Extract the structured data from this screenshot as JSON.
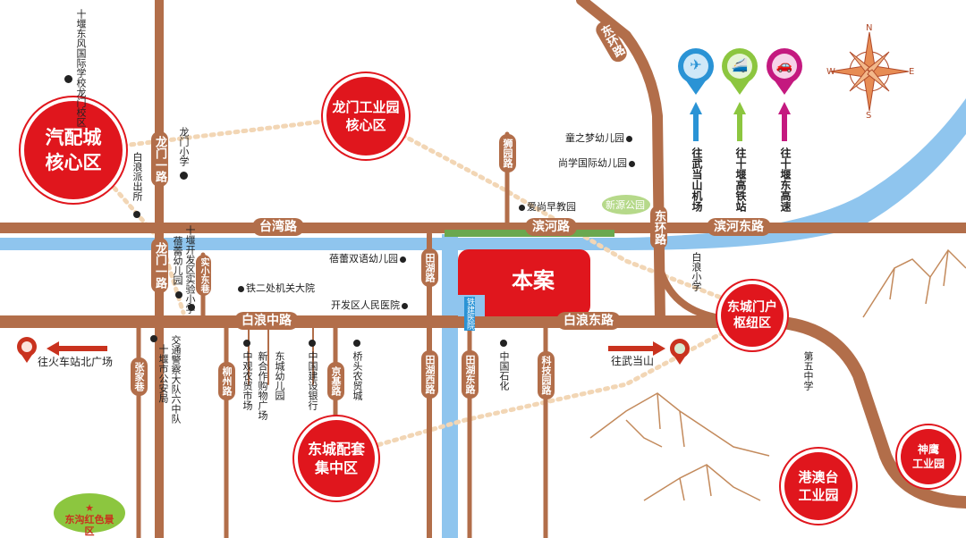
{
  "zones": {
    "qipei": [
      "汽配城",
      "核心区"
    ],
    "longmen_park": [
      "龙门工业园",
      "核心区"
    ],
    "dongcheng_gate": [
      "东城门户",
      "枢纽区"
    ],
    "dongcheng_support": [
      "东城配套",
      "集中区"
    ],
    "gangaotai": [
      "港澳台",
      "工业园"
    ],
    "shenying": [
      "神鹰",
      "工业园"
    ]
  },
  "project": {
    "name": "本案",
    "hospital": "铁建医院"
  },
  "roads": {
    "taiwan": "台湾路",
    "binhe": "滨河路",
    "binhe_east": "滨河东路",
    "bailang_central": "白浪中路",
    "bailang_east": "白浪东路",
    "donghuan_top": "东环路",
    "donghuan_mid": "东环路",
    "longmen_1a": "龙门一路",
    "longmen_1b": "龙门一路",
    "shiyuan": "狮园路",
    "tianhu": "田湖路",
    "tianhu_west": "田湖西路",
    "tianhu_east": "田湖东路",
    "keji": "科技园路",
    "zhangjia": "张家巷",
    "liuzhou": "柳州路",
    "jingji": "京基路",
    "shixiao_dongxiang": "实小东巷"
  },
  "pois": {
    "school_top": "十堰东风国际学校龙门校区",
    "longmen_primary": "龙门小学",
    "bailang_police": "白浪派出所",
    "peilei_kinder": "蓓蕾幼儿园",
    "kaifa_primary": "十堰开发区实验小学",
    "tongzhimeng": "童之梦幼儿园",
    "shangxue": "尚学国际幼儿园",
    "aishangzao": "爱尚早教园",
    "xinyuan_park": "新源公园",
    "peilei_bilingual": "蓓蕾双语幼儿园",
    "tie_er": "铁二处机关大院",
    "kaifa_hospital": "开发区人民医院",
    "bailang_primary": "白浪小学",
    "traffic_police": "交通警察大队六中队",
    "shiyan_police": "十堰市公安局",
    "zhongguan": "中观农贸市场",
    "xinhe": "新合作购物广场",
    "dongcheng_kinder": "东城幼儿园",
    "ccb": "中国建设银行",
    "qiaotou": "桥头农贸城",
    "sinopec": "中国石化",
    "no5_middle": "第五中学",
    "donggou": "东沟红色景区"
  },
  "directions": {
    "train": "往火车站北广场",
    "wudang": "往武当山",
    "airport": "往武当山机场",
    "hsr": "往十堰高铁站",
    "expressway": "往十堰东高速"
  },
  "compass": {
    "n": "N",
    "s": "S",
    "e": "E",
    "w": "W"
  },
  "colors": {
    "road": "#b26e4a",
    "river": "#8fc5ee",
    "zone": "#e0161d",
    "project": "#e0161d",
    "airport": "#2a93d5",
    "hsr": "#8cc63f",
    "expressway": "#c4197f"
  }
}
